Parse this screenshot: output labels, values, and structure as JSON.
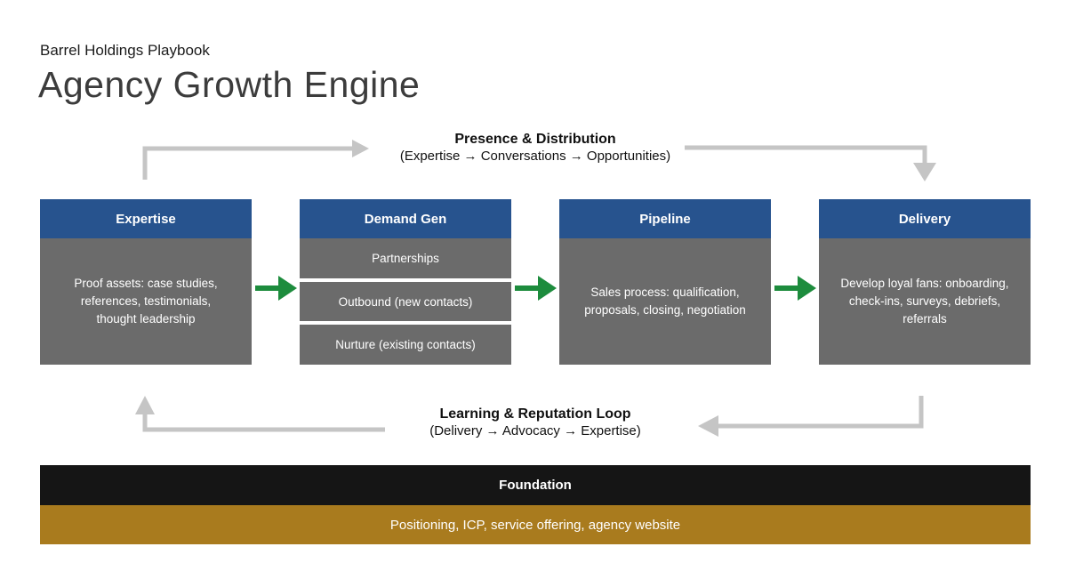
{
  "header": {
    "kicker": "Barrel Holdings Playbook",
    "title": "Agency Growth Engine"
  },
  "loops": {
    "top": {
      "title": "Presence & Distribution",
      "subtitle": "(Expertise → Conversations → Opportunities)"
    },
    "bottom": {
      "title": "Learning & Reputation Loop",
      "subtitle": "(Delivery → Advocacy → Expertise)"
    }
  },
  "stages": [
    {
      "title": "Expertise",
      "body_lines": [
        "Proof assets: case studies,",
        "references, testimonials,",
        "thought leadership"
      ]
    },
    {
      "title": "Demand Gen",
      "items": [
        "Partnerships",
        "Outbound (new contacts)",
        "Nurture (existing contacts)"
      ]
    },
    {
      "title": "Pipeline",
      "body_lines": [
        "Sales process: qualification,",
        "proposals, closing, negotiation"
      ]
    },
    {
      "title": "Delivery",
      "body_lines": [
        "Develop loyal fans: onboarding,",
        "check-ins, surveys, debriefs,",
        "referrals"
      ]
    }
  ],
  "foundation": {
    "title": "Foundation",
    "body": "Positioning, ICP, service offering, agency website"
  },
  "colors": {
    "header_blue": "#27538e",
    "body_gray": "#6b6b6b",
    "arrow_green": "#1d8c3d",
    "loop_gray": "#c5c5c5",
    "foundation_black": "#151515",
    "foundation_gold": "#a97b1e"
  }
}
